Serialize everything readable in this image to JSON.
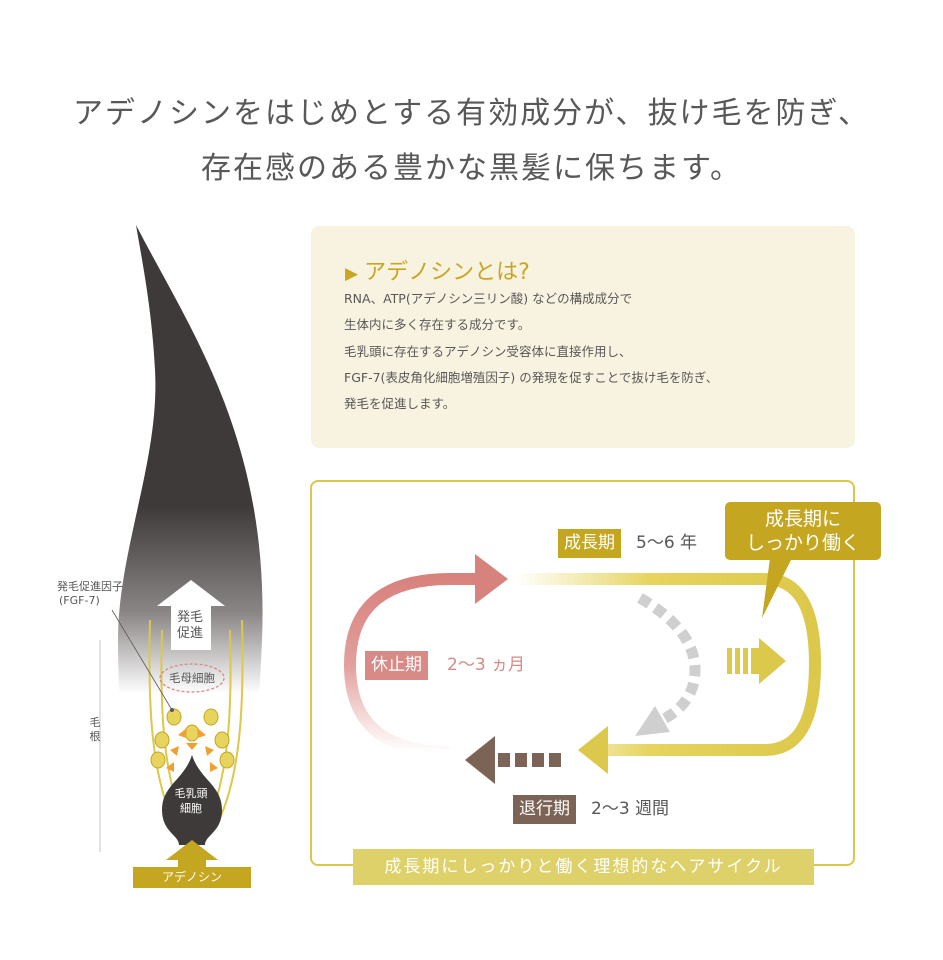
{
  "headline": {
    "line1": "アデノシンをはじめとする有効成分が、抜け毛を防ぎ、",
    "line2": "存在感のある豊かな黒髪に保ちます。"
  },
  "info": {
    "title_marker": "▶",
    "title": "アデノシンとは?",
    "para1": [
      "RNA、ATP(アデノシン三リン酸) などの構成成分で",
      "生体内に多く存在する成分です。"
    ],
    "para2": [
      "毛乳頭に存在するアデノシン受容体に直接作用し、",
      "FGF-7(表皮角化細胞増殖因子) の発現を促すことで抜け毛を防ぎ、",
      "発毛を促進します。"
    ]
  },
  "cycle": {
    "growth": {
      "label": "成長期",
      "value": "5〜6 年"
    },
    "rest": {
      "label": "休止期",
      "value": "2〜3 ヵ月"
    },
    "regress": {
      "label": "退行期",
      "value": "2〜3 週間"
    },
    "callout": [
      "成長期に",
      "しっかり働く"
    ],
    "footer": "成長期にしっかりと働く理想的なヘアサイクル"
  },
  "hair": {
    "factor_label": [
      "発毛促進因子",
      "(FGF-7)"
    ],
    "root_label": "毛根",
    "promote": [
      "発毛",
      "促進"
    ],
    "matrix": "毛母細胞",
    "papilla": [
      "毛乳頭",
      "細胞"
    ],
    "adenosine": "アデノシン"
  },
  "colors": {
    "gold": "#c4a620",
    "light_gold": "#dfd16a",
    "pink": "#d78a86",
    "brown": "#7b6456",
    "hair_dark": "#3e3a39",
    "text": "#595757"
  }
}
